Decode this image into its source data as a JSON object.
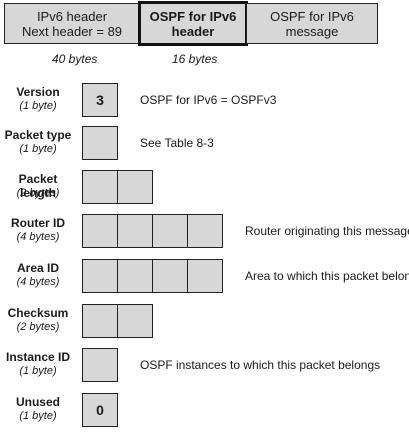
{
  "header": {
    "boxes": [
      {
        "line1": "IPv6 header",
        "line2": "Next header = 89"
      },
      {
        "line1": "OSPF for IPv6",
        "line2": "header"
      },
      {
        "line1": "OSPF for IPv6",
        "line2": "message"
      }
    ],
    "sizes": [
      "40 bytes",
      "16 bytes"
    ]
  },
  "fields": [
    {
      "name": "Version",
      "size": "(1 byte)",
      "value": "3",
      "desc": "OSPF for IPv6 = OSPFv3"
    },
    {
      "name": "Packet type",
      "size": "(1 byte)",
      "value": "",
      "desc": "See Table 8-3"
    },
    {
      "name": "Packet length",
      "size": "(2 bytes)",
      "value": "",
      "desc": ""
    },
    {
      "name": "Router ID",
      "size": "(4 bytes)",
      "value": "",
      "desc": "Router originating this message"
    },
    {
      "name": "Area ID",
      "size": "(4 bytes)",
      "value": "",
      "desc": "Area to which this packet belongs"
    },
    {
      "name": "Checksum",
      "size": "(2 bytes)",
      "value": "",
      "desc": ""
    },
    {
      "name": "Instance ID",
      "size": "(1 byte)",
      "value": "",
      "desc": "OSPF instances to which this packet belongs"
    },
    {
      "name": "Unused",
      "size": "(1 byte)",
      "value": "0",
      "desc": ""
    }
  ]
}
